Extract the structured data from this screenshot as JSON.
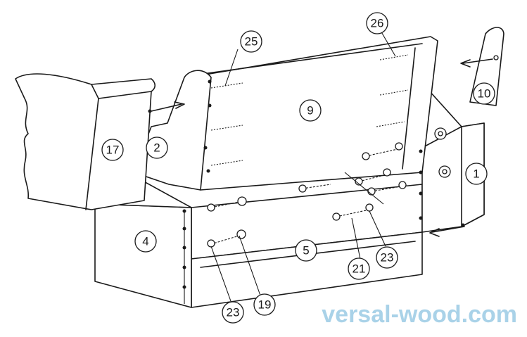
{
  "diagram": {
    "labels": {
      "p1": "1",
      "p2": "2",
      "p4": "4",
      "p5": "5",
      "p9": "9",
      "p10": "10",
      "p17": "17",
      "p19": "19",
      "p21": "21",
      "p23a": "23",
      "p23b": "23",
      "p25": "25",
      "p26": "26"
    },
    "watermark": "versal-wood.com"
  }
}
